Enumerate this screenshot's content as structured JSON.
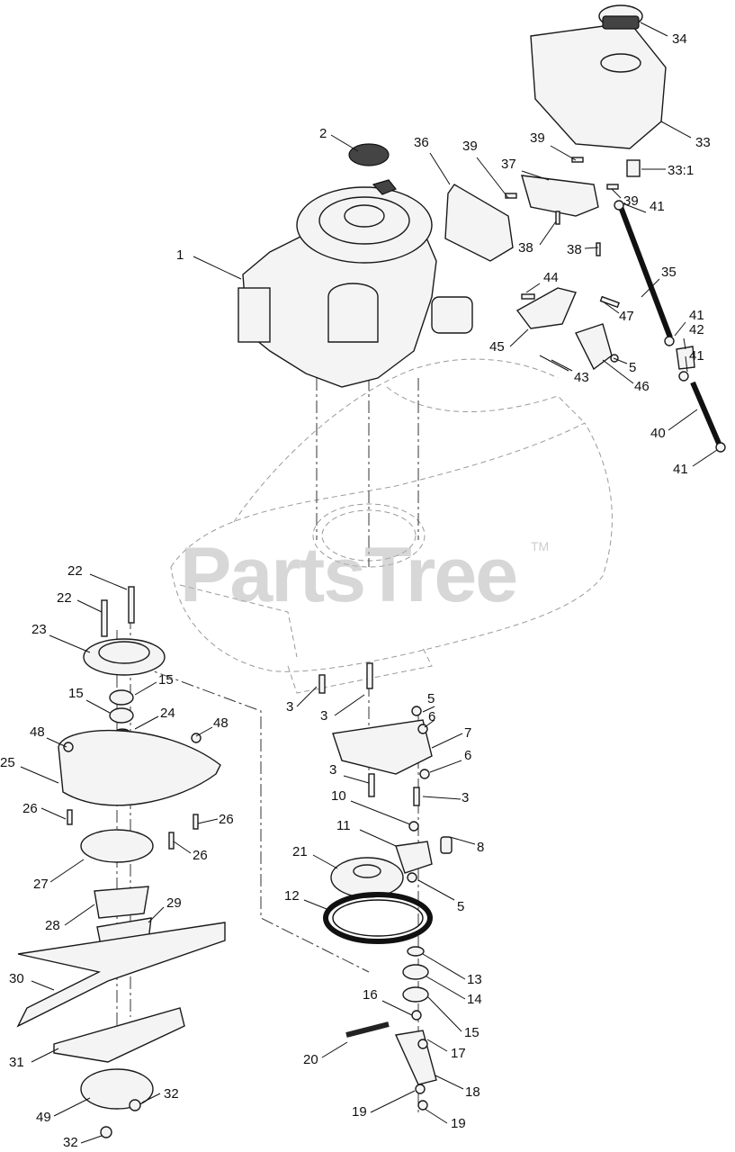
{
  "watermark": {
    "text": "PartsTree",
    "mark": "TM"
  },
  "callouts": [
    {
      "label": "34"
    },
    {
      "label": "33"
    },
    {
      "label": "33:1"
    },
    {
      "label": "2"
    },
    {
      "label": "36"
    },
    {
      "label": "39"
    },
    {
      "label": "39"
    },
    {
      "label": "37"
    },
    {
      "label": "39"
    },
    {
      "label": "41"
    },
    {
      "label": "1"
    },
    {
      "label": "38"
    },
    {
      "label": "38"
    },
    {
      "label": "35"
    },
    {
      "label": "44"
    },
    {
      "label": "47"
    },
    {
      "label": "41"
    },
    {
      "label": "42"
    },
    {
      "label": "45"
    },
    {
      "label": "5"
    },
    {
      "label": "41"
    },
    {
      "label": "43"
    },
    {
      "label": "46"
    },
    {
      "label": "40"
    },
    {
      "label": "41"
    },
    {
      "label": "22"
    },
    {
      "label": "22"
    },
    {
      "label": "23"
    },
    {
      "label": "15"
    },
    {
      "label": "15"
    },
    {
      "label": "24"
    },
    {
      "label": "48"
    },
    {
      "label": "48"
    },
    {
      "label": "25"
    },
    {
      "label": "26"
    },
    {
      "label": "26"
    },
    {
      "label": "26"
    },
    {
      "label": "27"
    },
    {
      "label": "28"
    },
    {
      "label": "29"
    },
    {
      "label": "30"
    },
    {
      "label": "31"
    },
    {
      "label": "49"
    },
    {
      "label": "32"
    },
    {
      "label": "32"
    },
    {
      "label": "3"
    },
    {
      "label": "3"
    },
    {
      "label": "5"
    },
    {
      "label": "6"
    },
    {
      "label": "7"
    },
    {
      "label": "6"
    },
    {
      "label": "3"
    },
    {
      "label": "3"
    },
    {
      "label": "10"
    },
    {
      "label": "11"
    },
    {
      "label": "8"
    },
    {
      "label": "21"
    },
    {
      "label": "12"
    },
    {
      "label": "5"
    },
    {
      "label": "13"
    },
    {
      "label": "14"
    },
    {
      "label": "16"
    },
    {
      "label": "15"
    },
    {
      "label": "17"
    },
    {
      "label": "20"
    },
    {
      "label": "18"
    },
    {
      "label": "19"
    },
    {
      "label": "19"
    }
  ]
}
